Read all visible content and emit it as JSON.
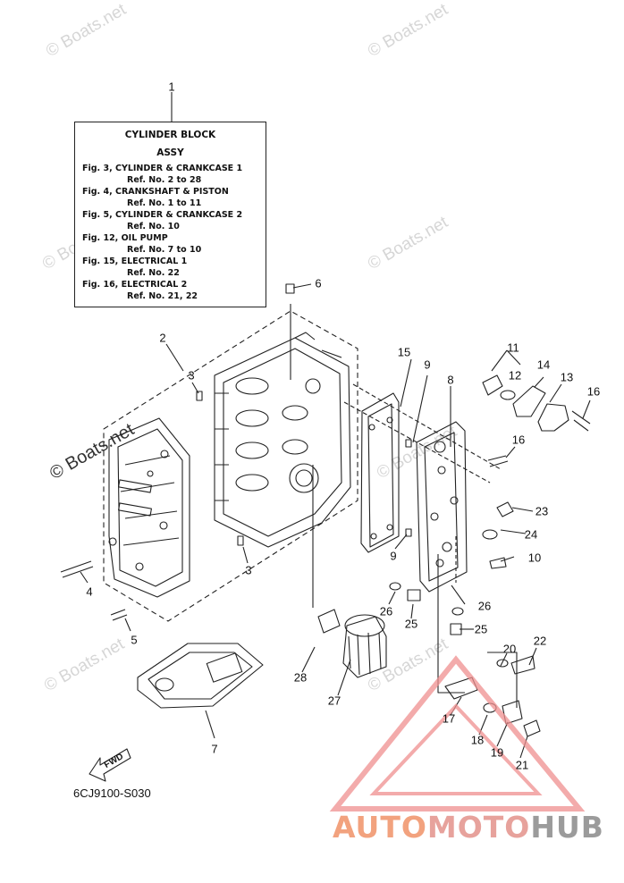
{
  "watermarks": [
    "© Boats.net",
    "© Boats.net",
    "© Boats.net",
    "© Boats.net",
    "© Boats.net",
    "© Boats.net",
    "© Boats.net",
    "© Boats.net"
  ],
  "title_box": {
    "heading1": "CYLINDER BLOCK",
    "heading2": "ASSY",
    "lines": [
      {
        "fig": "Fig. 3, CYLINDER & CRANKCASE 1",
        "ref": "Ref. No. 2 to 28"
      },
      {
        "fig": "Fig. 4, CRANKSHAFT & PISTON",
        "ref": "Ref. No. 1 to 11"
      },
      {
        "fig": "Fig. 5, CYLINDER & CRANKCASE 2",
        "ref": "Ref. No. 10"
      },
      {
        "fig": "Fig. 12, OIL PUMP",
        "ref": "Ref. No. 7 to 10"
      },
      {
        "fig": "Fig. 15, ELECTRICAL 1",
        "ref": "Ref. No. 22"
      },
      {
        "fig": "Fig. 16, ELECTRICAL 2",
        "ref": "Ref. No. 21, 22"
      }
    ]
  },
  "callouts": [
    "1",
    "2",
    "3",
    "3",
    "4",
    "5",
    "6",
    "7",
    "8",
    "9",
    "9",
    "10",
    "11",
    "12",
    "13",
    "14",
    "15",
    "16",
    "16",
    "17",
    "18",
    "19",
    "20",
    "21",
    "22",
    "23",
    "24",
    "25",
    "25",
    "26",
    "26",
    "27",
    "28"
  ],
  "fwd_label": "FWD",
  "diagram_code": "6CJ9100-S030",
  "logo": {
    "part1": "AUTO",
    "part2": "MOTO",
    "part3": "HUB"
  },
  "colors": {
    "line": "#222222",
    "watermark": "#d6d6d6",
    "logo_orange": "#f2a27e",
    "logo_pink": "#e7a29c",
    "logo_gray": "#9b9b9b",
    "triangle": "#ef8f8f"
  }
}
